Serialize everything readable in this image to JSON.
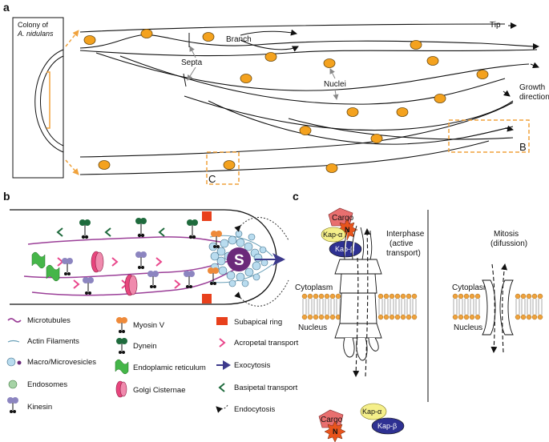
{
  "panel_a": {
    "letter": "a",
    "colony_line1": "Colony of",
    "colony_line2": "A. nidulans",
    "branch": "Branch",
    "tip": "Tip",
    "septa": "Septa",
    "nuclei": "Nuclei",
    "growth_line1": "Growth",
    "growth_line2": "direction",
    "box_b": "B",
    "box_c": "C"
  },
  "panel_b": {
    "letter": "b",
    "s_letter": "S",
    "legend": {
      "microtubules": "Microtubules",
      "actin": "Actin Filaments",
      "vesicles": "Macro/Microvesicles",
      "endosomes": "Endosomes",
      "kinesin": "Kinesin",
      "myosin": "Myosin V",
      "dynein": "Dynein",
      "er": "Endoplamic reticulum",
      "golgi": "Golgi Cisternae",
      "subapical": "Subapical ring",
      "acropetal": "Acropetal transport",
      "exocytosis": "Exocytosis",
      "basipetal": "Basipetal transport",
      "endocytosis": "Endocytosis"
    },
    "colors": {
      "microtubule": "#9b3f98",
      "actin": "#6aa0b8",
      "vesicle": "#b9dcef",
      "subapical": "#e8401c",
      "acropetal": "#e9488c",
      "exocytosis": "#3d3a8c",
      "basipetal": "#1f6b3d",
      "er": "#45b649",
      "golgi": "#e8457d"
    }
  },
  "panel_c": {
    "letter": "c",
    "cargo_top": "Cargo",
    "nls_top": "N",
    "kap_alpha_top": "Kap-α",
    "kap_beta_top": "Kap-β",
    "interphase_1": "Interphase",
    "interphase_2": "(active",
    "interphase_3": "transport)",
    "mitosis_1": "Mitosis",
    "mitosis_2": "(difussion)",
    "cytoplasm_left": "Cytoplasm",
    "nucleus_left": "Nucleus",
    "cytoplasm_right": "Cytoplasm",
    "nucleus_right": "Nucleus",
    "cargo_bottom": "Cargo",
    "nls_bottom": "N",
    "kap_alpha_bottom": "Kap-α",
    "kap_beta_bottom": "Kap-β",
    "colors": {
      "cargo": "#e86f6f",
      "nls": "#e8541c",
      "kap_alpha": "#f5ef8a",
      "kap_beta": "#2e3192",
      "membrane_head": "#f0a23c"
    }
  }
}
